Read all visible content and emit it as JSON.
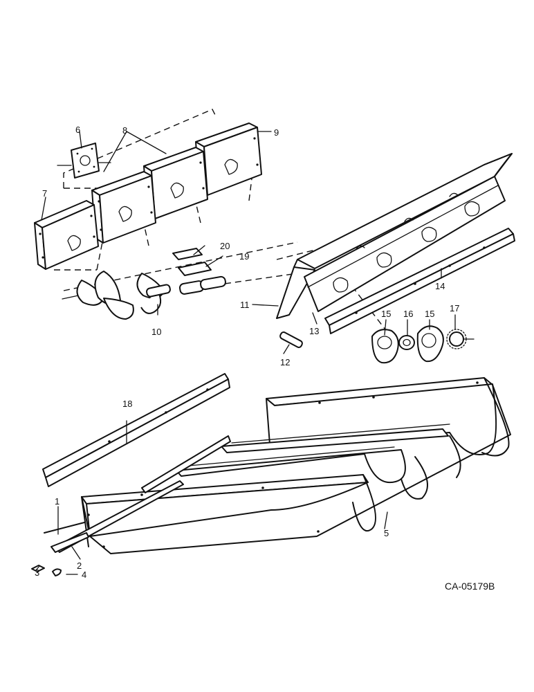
{
  "diagram": {
    "drawing_code": "CA-05179B",
    "callouts": [
      "1",
      "2",
      "3",
      "4",
      "5",
      "6",
      "7",
      "8",
      "9",
      "10",
      "11",
      "12",
      "13",
      "14",
      "15",
      "15",
      "16",
      "17",
      "18",
      "19",
      "20"
    ]
  }
}
